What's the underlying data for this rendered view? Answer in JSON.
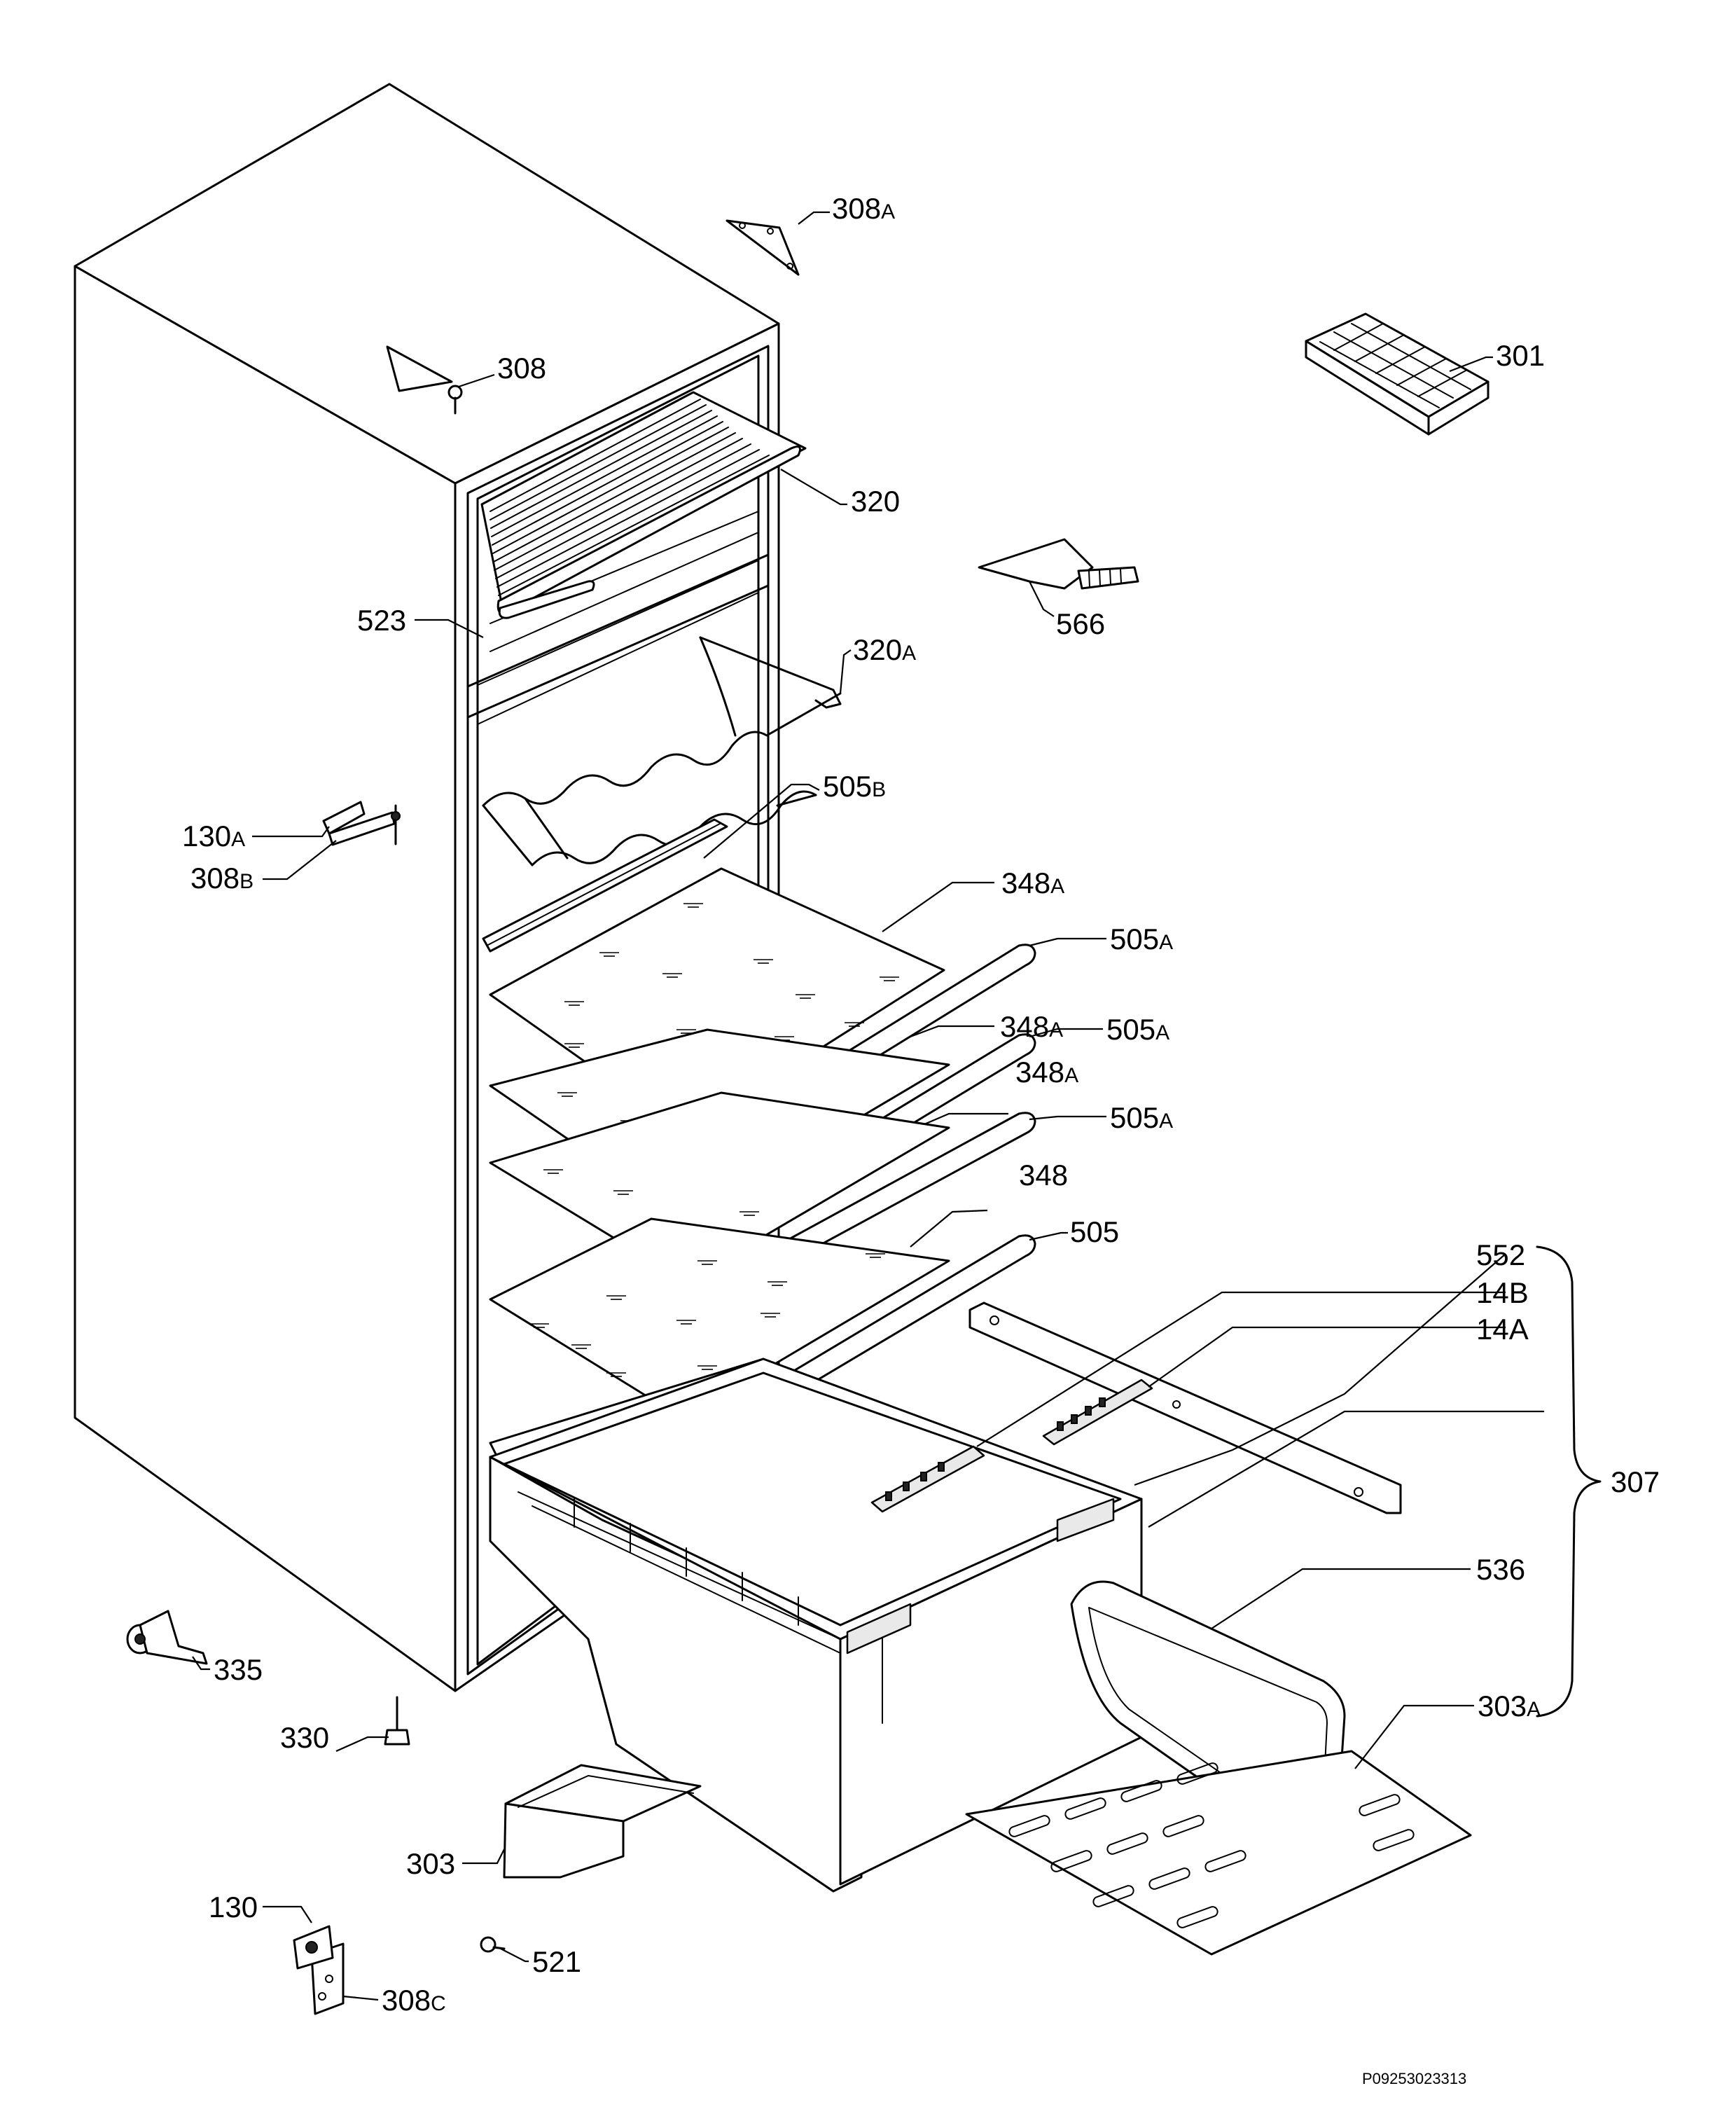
{
  "drawing_code": "P09253023313",
  "labels": {
    "l308a": {
      "num": "308",
      "suf": "A"
    },
    "l308": {
      "num": "308",
      "suf": ""
    },
    "l301": {
      "num": "301",
      "suf": ""
    },
    "l320": {
      "num": "320",
      "suf": ""
    },
    "l566": {
      "num": "566",
      "suf": ""
    },
    "l523": {
      "num": "523",
      "suf": ""
    },
    "l320a": {
      "num": "320",
      "suf": "A"
    },
    "l505b": {
      "num": "505",
      "suf": "B"
    },
    "l130a": {
      "num": "130",
      "suf": "A"
    },
    "l308b": {
      "num": "308",
      "suf": "B"
    },
    "l348a1": {
      "num": "348",
      "suf": "A"
    },
    "l505a1": {
      "num": "505",
      "suf": "A"
    },
    "l348a2": {
      "num": "348",
      "suf": "A"
    },
    "l505a2": {
      "num": "505",
      "suf": "A"
    },
    "l348a3": {
      "num": "348",
      "suf": "A"
    },
    "l505a3": {
      "num": "505",
      "suf": "A"
    },
    "l348": {
      "num": "348",
      "suf": ""
    },
    "l505": {
      "num": "505",
      "suf": ""
    },
    "l552": {
      "num": "552",
      "suf": ""
    },
    "l14b": {
      "num": "14B",
      "suf": ""
    },
    "l14a": {
      "num": "14A",
      "suf": ""
    },
    "l307": {
      "num": "307",
      "suf": ""
    },
    "l536": {
      "num": "536",
      "suf": ""
    },
    "l303a": {
      "num": "303",
      "suf": "A"
    },
    "l335": {
      "num": "335",
      "suf": ""
    },
    "l330": {
      "num": "330",
      "suf": ""
    },
    "l303": {
      "num": "303",
      "suf": ""
    },
    "l130": {
      "num": "130",
      "suf": ""
    },
    "l521": {
      "num": "521",
      "suf": ""
    },
    "l308c": {
      "num": "308",
      "suf": "C"
    }
  }
}
